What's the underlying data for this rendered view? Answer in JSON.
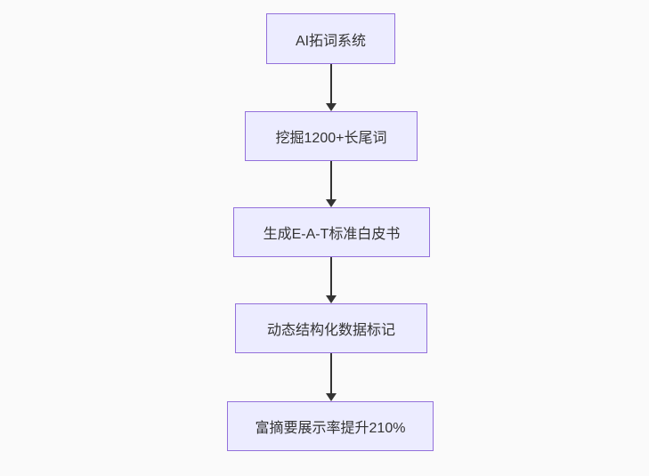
{
  "diagram": {
    "type": "flowchart",
    "direction": "top-down",
    "nodes": [
      {
        "id": "n1",
        "label": "AI拓词系统"
      },
      {
        "id": "n2",
        "label": "挖掘1200+长尾词"
      },
      {
        "id": "n3",
        "label": "生成E-A-T标准白皮书"
      },
      {
        "id": "n4",
        "label": "动态结构化数据标记"
      },
      {
        "id": "n5",
        "label": "富摘要展示率提升210%"
      }
    ],
    "edges": [
      {
        "from": "n1",
        "to": "n2"
      },
      {
        "from": "n2",
        "to": "n3"
      },
      {
        "from": "n3",
        "to": "n4"
      },
      {
        "from": "n4",
        "to": "n5"
      }
    ],
    "colors": {
      "node_fill": "#ECECFF",
      "node_border": "#9370DB",
      "edge": "#333333",
      "text": "#333333",
      "canvas_background": "#fafafa"
    }
  }
}
